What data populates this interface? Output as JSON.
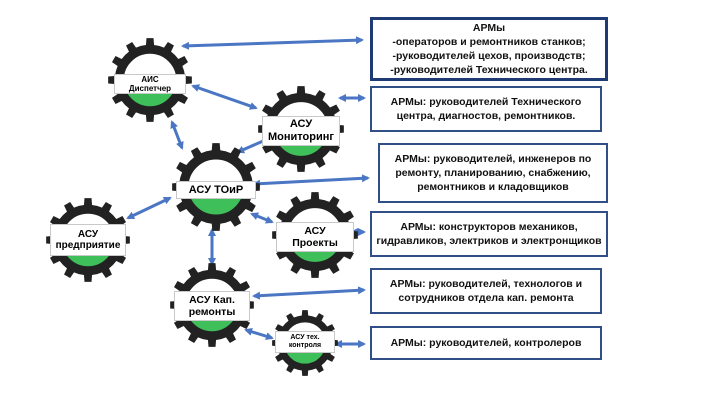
{
  "colors": {
    "gear_dark": "#222222",
    "gear_green": "#3fbf5a",
    "arrow_blue": "#4a76c4",
    "box_border": "#2f4f86"
  },
  "nodes": {
    "ais_dispatcher": "АИС\nДиспетчер",
    "asu_monitoring": "АСУ\nМониторинг",
    "asu_toir": "АСУ ТОиР",
    "asu_enterprise": "АСУ\nпредприятие",
    "asu_projects": "АСУ\nПроекты",
    "asu_kap_remont": "АСУ Кап.\nремонты",
    "asu_tech_control": "АСУ тех.\nконтроля"
  },
  "arm_boxes": {
    "box1": [
      "АРМы",
      "-операторов и ремонтников станков;",
      "-руководителей цехов, производств;",
      "-руководителей Технического центра."
    ],
    "box2": [
      "АРМы: руководителей Технического",
      "центра, диагностов, ремонтников."
    ],
    "box3": [
      "АРМы: руководителей, инженеров по",
      "ремонту, планированию, снабжению,",
      "ремонтников и кладовщиков"
    ],
    "box4": [
      "АРМы: конструкторов механиков,",
      "гидравликов, электриков и электронщиков"
    ],
    "box5": [
      "АРМы: руководителей, технологов и",
      "сотрудников отдела кап. ремонта"
    ],
    "box6": [
      "АРМы: руководителей, контролеров"
    ]
  }
}
